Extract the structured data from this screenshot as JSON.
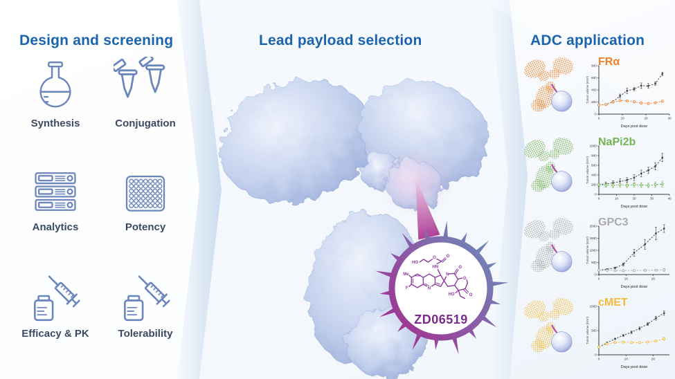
{
  "panels": {
    "design": {
      "title": "Design and screening",
      "items": [
        {
          "label": "Synthesis",
          "icon": "flask-icon"
        },
        {
          "label": "Conjugation",
          "icon": "tubes-icon"
        },
        {
          "label": "Analytics",
          "icon": "server-stack-icon"
        },
        {
          "label": "Potency",
          "icon": "well-plate-icon"
        },
        {
          "label": "Efficacy & PK",
          "icon": "syringe-vial-icon"
        },
        {
          "label": "Tolerability",
          "icon": "syringe-vial-icon"
        }
      ]
    },
    "payload": {
      "title": "Lead payload selection",
      "molecule": {
        "name": "ZD06519",
        "labels": {
          "ho_top": "HO",
          "o_ester": "O",
          "o_carbonyl": "O",
          "hn": "HN",
          "me": "Me",
          "f": "F",
          "n_quinoline": "N",
          "n_pyridone": "N",
          "o_pyridone": "O",
          "ho_bottom": "HO",
          "o_ring": "O",
          "o_lactone": "O"
        }
      }
    },
    "adc": {
      "title": "ADC application",
      "targets": [
        {
          "name": "FRα",
          "color": "#F07E26"
        },
        {
          "name": "NaPi2b",
          "color": "#74B352"
        },
        {
          "name": "GPC3",
          "color": "#ABABAB"
        },
        {
          "name": "cMET",
          "color": "#F5BB3C"
        }
      ]
    }
  },
  "colors": {
    "title_blue": "#1a64af",
    "label_dark": "#3b4a63",
    "icon_stroke": "#6b85bd",
    "molecule_purple": "#8a3a9c",
    "zd_name_purple": "#7b2b8d",
    "linker_magenta": "#b4509e",
    "control_series": "#3d3d3d",
    "antibody_fill": "#c6d3ee"
  },
  "chart_data": [
    {
      "target": "FRα",
      "type": "line",
      "x": [
        0,
        3,
        6,
        9,
        12,
        15,
        18,
        21,
        24,
        27
      ],
      "series": [
        {
          "id": "untreated-black-dashed",
          "values": [
            150,
            160,
            205,
            300,
            385,
            415,
            470,
            465,
            505,
            665
          ],
          "errors": [
            12,
            12,
            18,
            30,
            45,
            28,
            45,
            40,
            30,
            28
          ]
        },
        {
          "id": "adc-colored-dashed",
          "values": [
            150,
            158,
            200,
            225,
            218,
            205,
            185,
            175,
            188,
            215
          ],
          "errors": [
            10,
            10,
            12,
            14,
            12,
            12,
            14,
            12,
            12,
            16
          ]
        }
      ],
      "xlabel": "Days post dose",
      "ylabel": "Tumor volume (mm³)",
      "xlim": [
        0,
        30
      ],
      "xticks": [
        0,
        10,
        20,
        30
      ],
      "ylim": [
        0,
        800
      ],
      "yticks": [
        0,
        200,
        400,
        600,
        800
      ]
    },
    {
      "target": "NaPi2b",
      "type": "line",
      "x": [
        0,
        4,
        8,
        12,
        16,
        20,
        24,
        28,
        32,
        36
      ],
      "series": [
        {
          "id": "untreated-black-dashed",
          "values": [
            205,
            215,
            235,
            265,
            295,
            345,
            430,
            495,
            580,
            760
          ],
          "errors": [
            35,
            40,
            45,
            55,
            50,
            60,
            70,
            65,
            75,
            85
          ]
        },
        {
          "id": "adc-colored-dashed",
          "values": [
            200,
            192,
            185,
            200,
            188,
            200,
            192,
            185,
            200,
            212
          ],
          "errors": [
            40,
            45,
            50,
            55,
            48,
            52,
            50,
            46,
            55,
            60
          ]
        }
      ],
      "xlabel": "Days post dose",
      "ylabel": "Tumor volume (mm³)",
      "xlim": [
        0,
        40
      ],
      "xticks": [
        0,
        10,
        20,
        30,
        40
      ],
      "ylim": [
        0,
        1000
      ],
      "yticks": [
        0,
        200,
        400,
        600,
        800,
        1000
      ]
    },
    {
      "target": "GPC3",
      "type": "line",
      "x": [
        0,
        3,
        6,
        9,
        13,
        17,
        21,
        24
      ],
      "series": [
        {
          "id": "untreated-black-dashed",
          "values": [
            180,
            220,
            280,
            420,
            900,
            1250,
            1700,
            1900
          ],
          "errors": [
            20,
            25,
            30,
            60,
            150,
            200,
            260,
            160
          ]
        },
        {
          "id": "adc-colored-dashed",
          "values": [
            180,
            175,
            170,
            165,
            170,
            175,
            180,
            195
          ],
          "errors": [
            20,
            22,
            25,
            24,
            26,
            28,
            30,
            60
          ]
        }
      ],
      "xlabel": "Days post dose",
      "ylabel": "Tumor volume (mm³)",
      "xlim": [
        0,
        26
      ],
      "xticks": [
        0,
        10,
        20
      ],
      "ylim": [
        0,
        2000
      ],
      "yticks": [
        0,
        500,
        1000,
        1500,
        2000
      ]
    },
    {
      "target": "cMET",
      "type": "line",
      "x": [
        0,
        3,
        6,
        9,
        12,
        15,
        18,
        21,
        24
      ],
      "series": [
        {
          "id": "untreated-black-dashed",
          "values": [
            160,
            250,
            330,
            400,
            465,
            545,
            635,
            755,
            860
          ],
          "errors": [
            10,
            12,
            15,
            18,
            25,
            30,
            28,
            40,
            45
          ]
        },
        {
          "id": "adc-colored-dashed",
          "values": [
            160,
            225,
            255,
            262,
            255,
            252,
            262,
            285,
            330
          ],
          "errors": [
            10,
            12,
            14,
            15,
            14,
            14,
            16,
            18,
            30
          ]
        }
      ],
      "xlabel": "Days post dose",
      "ylabel": "Tumor volume (mm³)",
      "xlim": [
        0,
        26
      ],
      "xticks": [
        0,
        10,
        20
      ],
      "ylim": [
        0,
        1000
      ],
      "yticks": [
        0,
        500,
        1000
      ]
    }
  ]
}
